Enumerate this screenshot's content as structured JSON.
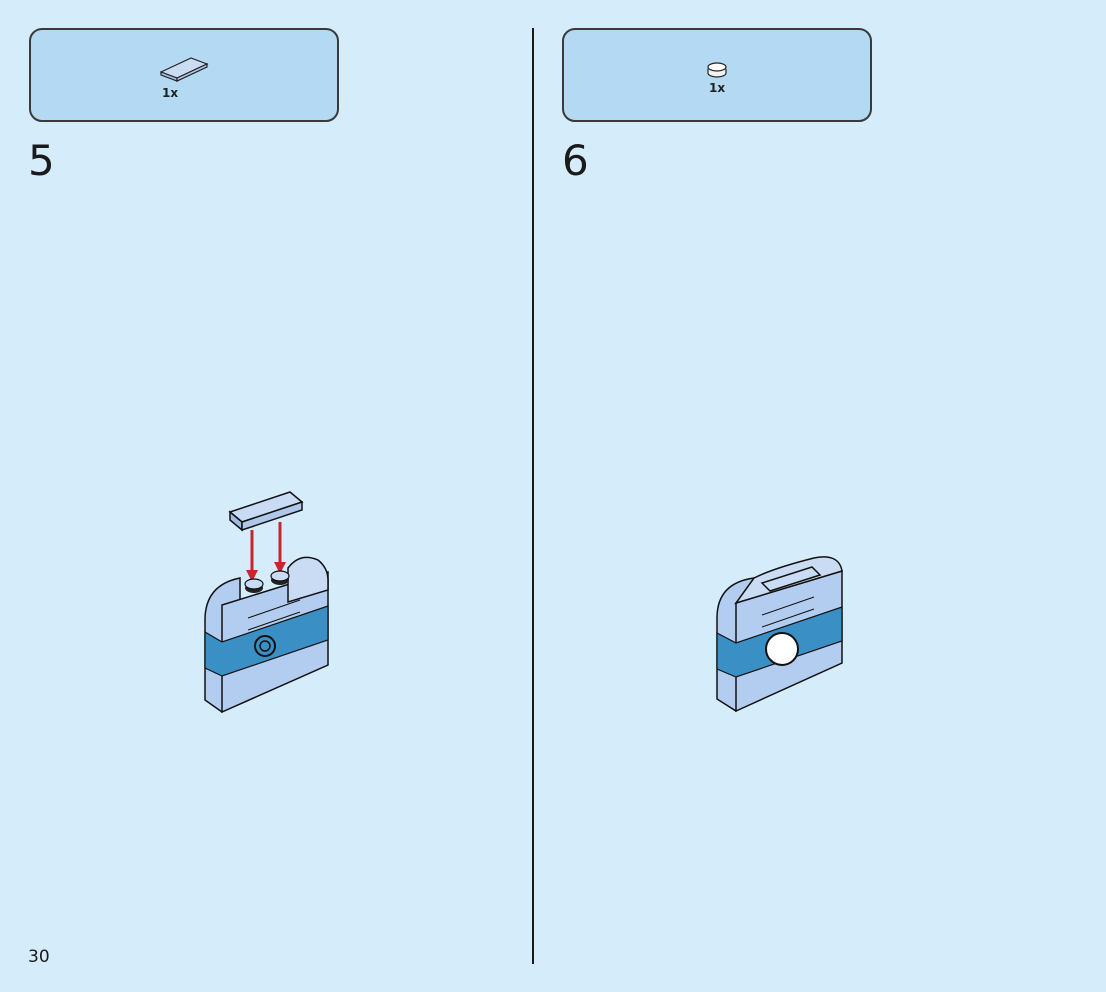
{
  "steps": [
    {
      "number": "5",
      "parts_qty": "1x",
      "part_icon": "flat-tile-1x2-icon"
    },
    {
      "number": "6",
      "parts_qty": "1x",
      "part_icon": "round-plate-1x1-icon"
    }
  ],
  "page_number": "30",
  "colors": {
    "background": "#d5ecfb",
    "parts_box": "#b4d9f2",
    "light_blue_brick": "#b3cdf0",
    "medium_blue_brick": "#3a8fc4",
    "arrow": "#c9252c",
    "white_round": "#ffffff"
  }
}
